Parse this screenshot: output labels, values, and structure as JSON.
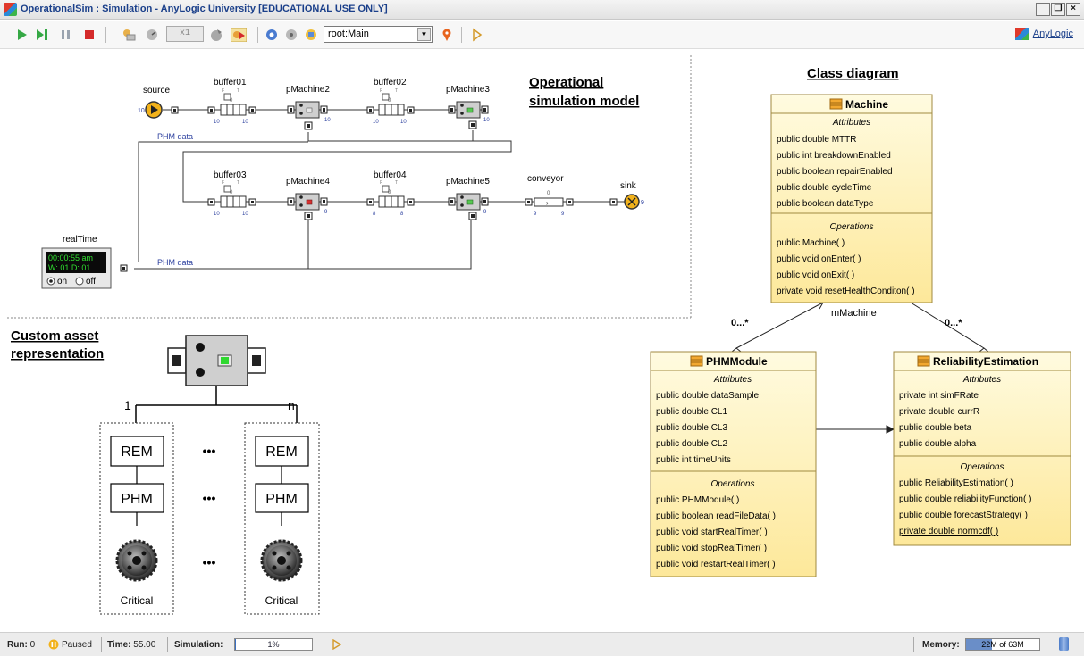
{
  "window": {
    "title": "OperationalSim : Simulation - AnyLogic University  [EDUCATIONAL USE ONLY]",
    "minimize": "_",
    "maximize": "❐",
    "close": "×"
  },
  "toolbar": {
    "zoom_value": "x1",
    "view_select": "root:Main",
    "brand": "AnyLogic"
  },
  "model": {
    "section_title_line1": "Operational",
    "section_title_line2": "simulation model",
    "source": "source",
    "sink": "sink",
    "buffers": [
      "buffer01",
      "buffer02",
      "buffer03",
      "buffer04"
    ],
    "machines": [
      "pMachine2",
      "pMachine3",
      "pMachine4",
      "pMachine5"
    ],
    "conveyor": "conveyor",
    "phm_label": "PHM data",
    "realtime": "realTime",
    "clock_line1": "00:00:55 am",
    "clock_line2": "W: 01 D: 01",
    "on_label": "on",
    "off_label": "off",
    "num_ten": "10",
    "num_nine": "9",
    "num_eight": "8",
    "num_zero": "0",
    "tick_f": "F",
    "tick_t": "T"
  },
  "custom_asset": {
    "title_line1": "Custom asset",
    "title_line2": "representation",
    "count_one": "1",
    "count_n": "n",
    "rem": "REM",
    "phm": "PHM",
    "dots": "•••",
    "critical": "Critical"
  },
  "class_diagram": {
    "title": "Class diagram",
    "attributes_label": "Attributes",
    "operations_label": "Operations",
    "association_name": "mMachine",
    "multiplicity": "0...*",
    "classes": [
      {
        "name": "Machine",
        "attributes": [
          "public double MTTR",
          "public int breakdownEnabled",
          "public boolean repairEnabled",
          "public double cycleTime",
          "public boolean dataType"
        ],
        "operations": [
          "public Machine( )",
          "public void  onEnter( )",
          "public void  onExit( )",
          "private void  resetHealthConditon( )"
        ]
      },
      {
        "name": "PHMModule",
        "attributes": [
          "public double dataSample",
          "public double CL1",
          "public double CL3",
          "public double CL2",
          "public int timeUnits"
        ],
        "operations": [
          "public PHMModule( )",
          "public boolean  readFileData( )",
          "public void  startRealTimer( )",
          "public void  stopRealTimer( )",
          "public void  restartRealTimer( )"
        ]
      },
      {
        "name": "ReliabilityEstimation",
        "attributes": [
          "private int simFRate",
          "private double currR",
          "public double beta",
          "public double alpha"
        ],
        "operations": [
          "public ReliabilityEstimation( )",
          "public double  reliabilityFunction( )",
          "public double  forecastStrategy( )",
          "private double  normcdf( )"
        ]
      }
    ]
  },
  "status": {
    "run_label": "Run:",
    "run_value": "0",
    "paused": "Paused",
    "time_label": "Time:",
    "time_value": "55.00",
    "simulation_label": "Simulation:",
    "progress_text": "1%",
    "progress_fraction": 0.01,
    "memory_label": "Memory:",
    "memory_text": "22M of 63M",
    "memory_fraction": 0.35
  },
  "colors": {
    "title_blue": "#1a3f8a",
    "class_fill_top": "#fffbe0",
    "class_fill_bottom": "#fde89a",
    "class_border": "#a08a40",
    "machine_label_blue": "#2b3f9e",
    "clock_green": "#30e030"
  }
}
